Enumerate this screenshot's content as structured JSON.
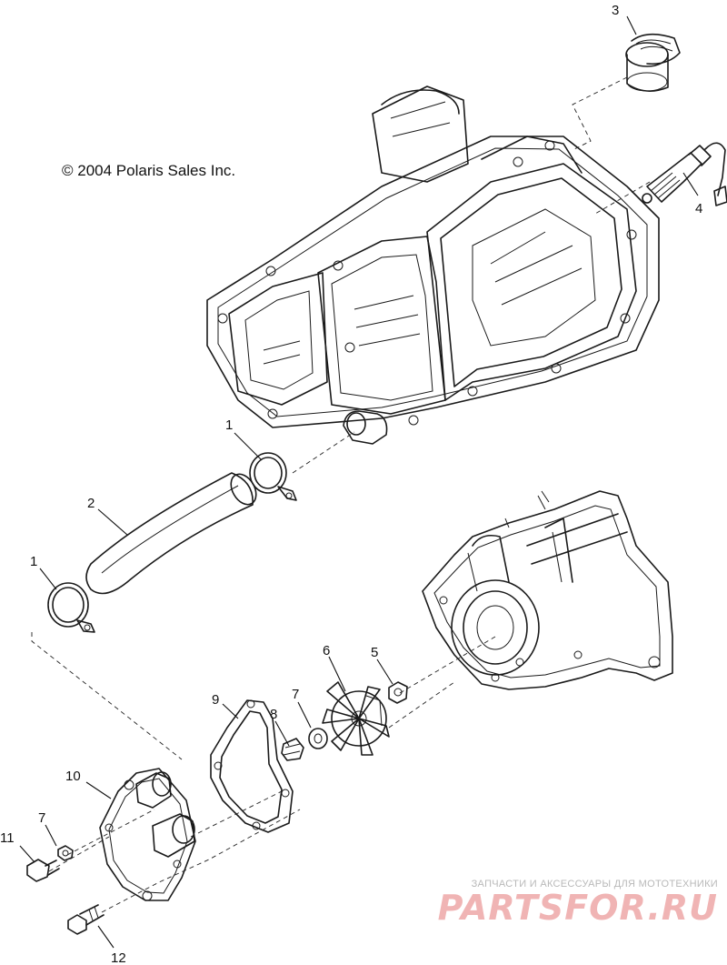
{
  "copyright": "© 2004 Polaris Sales Inc.",
  "watermark": {
    "tagline": "ЗАПЧАСТИ И АКСЕССУАРЫ ДЛЯ МОТОТЕХНИКИ",
    "logo_text": "PARTSFOR.RU"
  },
  "callouts": [
    {
      "id": "callout-1-upper",
      "label": "1",
      "part": "hose-clamp"
    },
    {
      "id": "callout-2",
      "label": "2",
      "part": "coolant-hose"
    },
    {
      "id": "callout-1-lower",
      "label": "1",
      "part": "hose-clamp"
    },
    {
      "id": "callout-3",
      "label": "3",
      "part": "thermostat"
    },
    {
      "id": "callout-4",
      "label": "4",
      "part": "temperature-sensor"
    },
    {
      "id": "callout-5",
      "label": "5",
      "part": "nut"
    },
    {
      "id": "callout-6",
      "label": "6",
      "part": "impeller"
    },
    {
      "id": "callout-7-upper",
      "label": "7",
      "part": "washer"
    },
    {
      "id": "callout-8",
      "label": "8",
      "part": "drain-plug"
    },
    {
      "id": "callout-9",
      "label": "9",
      "part": "gasket"
    },
    {
      "id": "callout-10",
      "label": "10",
      "part": "water-pump-cover"
    },
    {
      "id": "callout-7-lower",
      "label": "7",
      "part": "washer"
    },
    {
      "id": "callout-11",
      "label": "11",
      "part": "bolt"
    },
    {
      "id": "callout-12",
      "label": "12",
      "part": "bolt"
    }
  ]
}
